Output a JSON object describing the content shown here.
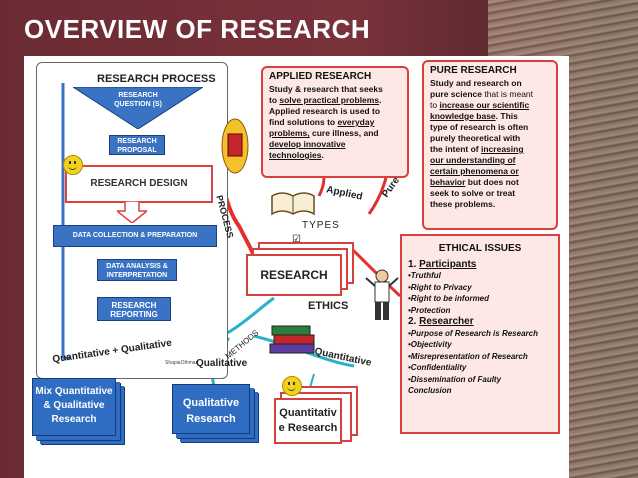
{
  "slide": {
    "title": "OVERVIEW OF RESEARCH"
  },
  "process_scroll": {
    "title": "RESEARCH PROCESS",
    "step1": "RESEARCH QUESTION (S)",
    "step2": "RESEARCH PROPOSAL",
    "step3": "RESEARCH DESIGN",
    "step4": "DATA COLLECTION & PREPARATION",
    "step5": "DATA ANALYSIS & INTERPRETATION",
    "step6": "RESEARCH REPORTING",
    "credit": "ShapiaOthman"
  },
  "applied": {
    "heading": "APPLIED RESEARCH",
    "line1": "Study & research that seeks",
    "line2a": "to ",
    "line2u": "solve practical problems",
    "line2b": ".",
    "line3": "Applied research is used to",
    "line4a": "find solutions to ",
    "line4u": "everyday",
    "line5u": "problems,",
    "line5b": " cure illness, and",
    "line6u": "develop innovative",
    "line7u": "technologies",
    "line7b": "."
  },
  "pure": {
    "heading": "PURE RESEARCH",
    "line1": "Study and research on",
    "line2a": "pure science",
    "line2b": " that is meant",
    "line3a": "to ",
    "line3u": "increase our scientific",
    "line4u": "knowledge base",
    "line4b": ". This",
    "line5": "type of research is often",
    "line6": "purely theoretical with",
    "line7a": "the intent of ",
    "line7u": "increasing",
    "line8u": "our understanding of",
    "line9u": "certain phenomena or",
    "line10u": "behavior",
    "line10b": " but does not",
    "line11": "seek to solve or treat",
    "line12": "these problems."
  },
  "labels": {
    "process": "PROCESS",
    "applied": "Applied",
    "pure": "Pure",
    "types": "TYPES",
    "research": "RESEARCH",
    "ethics": "ETHICS",
    "methods": "METHODS",
    "quant_qual": "Quantitative + Qualitative",
    "qualitative": "Qualitative",
    "quantitative": "Quantitative",
    "checkbox": "☑"
  },
  "ethical": {
    "heading": "ETHICAL ISSUES",
    "p1_num": "1. ",
    "p1": "Participants",
    "p1_items": [
      "•Truthful",
      "•Right to Privacy",
      "•Right to be informed",
      "•Protection"
    ],
    "p2_num": "2. ",
    "p2": "Researcher",
    "p2_items": [
      "•Purpose of Research is Research",
      "•Objectivity",
      "•Misrepresentation of Research",
      "•Confidentiality",
      "•Dissemination of Faulty"
    ],
    "p2_tail": "Conclusion"
  },
  "method_boxes": {
    "mix1": "Mix Quantitative",
    "mix2": "& Qualitative",
    "mix3": "Research",
    "qual1": "Qualitative",
    "qual2": "Research",
    "quant1": "Quantitativ",
    "quant2": "e Research"
  },
  "colors": {
    "accent_red": "#d84040",
    "box_blue": "#2e6dc2",
    "box_pink": "#fde8e6",
    "slide_bg": "#7a323b"
  }
}
